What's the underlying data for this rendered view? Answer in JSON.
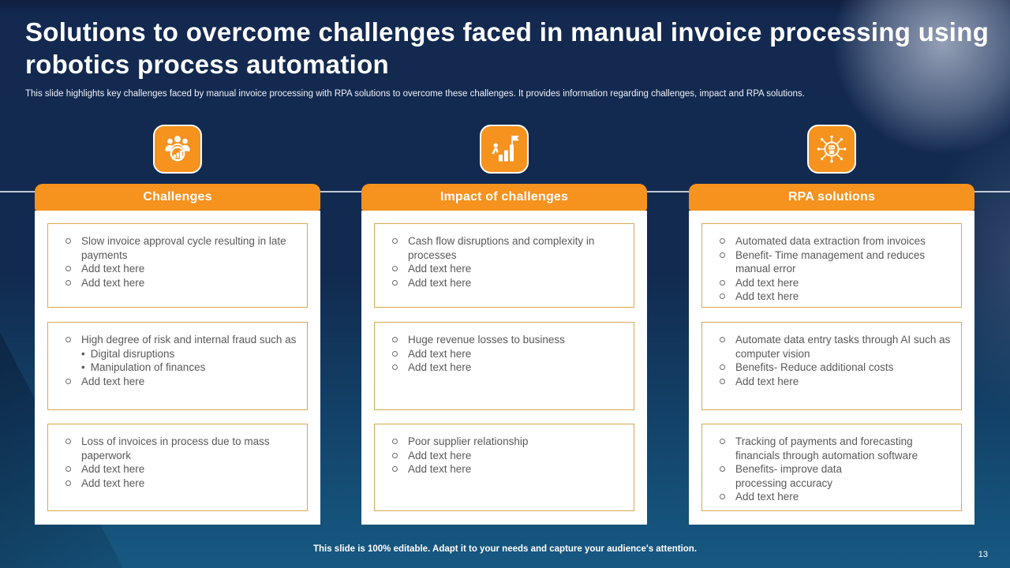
{
  "slide": {
    "title": "Solutions to overcome challenges faced in manual invoice processing using robotics process automation",
    "subtitle": "This slide highlights key challenges faced by manual invoice processing with RPA solutions to overcome these challenges. It provides information regarding challenges, impact and RPA solutions.",
    "footer": "This slide is 100% editable. Adapt it to your needs and capture your audience's attention.",
    "page_number": "13"
  },
  "colors": {
    "accent_orange": "#F6921E",
    "box_border_gold": "#D9A94E",
    "background_navy": "#122A4F",
    "background_bottom_blue": "#175882",
    "body_text_gray": "#595959",
    "white": "#FFFFFF"
  },
  "columns": [
    {
      "id": "challenges",
      "icon": "team-performance-icon",
      "header": "Challenges",
      "boxes": [
        {
          "items": [
            {
              "text": "Slow invoice approval cycle resulting in late payments"
            },
            {
              "text": "Add text here"
            },
            {
              "text": "Add text here"
            }
          ]
        },
        {
          "items": [
            {
              "text": "High degree of risk and internal fraud such as",
              "subitems": [
                "Digital disruptions",
                "Manipulation of finances"
              ]
            },
            {
              "text": "Add text here"
            }
          ]
        },
        {
          "items": [
            {
              "text": "Loss of invoices in process due to mass paperwork"
            },
            {
              "text": "Add text here"
            },
            {
              "text": "Add text here"
            }
          ]
        }
      ]
    },
    {
      "id": "impact-of-challenges",
      "icon": "growth-goal-icon",
      "header": "Impact of challenges",
      "boxes": [
        {
          "items": [
            {
              "text": "Cash flow disruptions and complexity in processes"
            },
            {
              "text": "Add text here"
            },
            {
              "text": "Add text here"
            }
          ]
        },
        {
          "items": [
            {
              "text": "Huge revenue losses to business"
            },
            {
              "text": "Add text here"
            },
            {
              "text": "Add text here"
            }
          ]
        },
        {
          "items": [
            {
              "text": "Poor supplier relationship"
            },
            {
              "text": "Add text here"
            },
            {
              "text": "Add text here"
            }
          ]
        }
      ]
    },
    {
      "id": "rpa-solutions",
      "icon": "rpa-network-icon",
      "header": "RPA solutions",
      "boxes": [
        {
          "items": [
            {
              "text": "Automated data extraction from invoices"
            },
            {
              "text": "Benefit- Time management and reduces manual error"
            },
            {
              "text": "Add text here"
            },
            {
              "text": "Add text here"
            }
          ]
        },
        {
          "items": [
            {
              "text": "Automate data entry tasks through AI such as computer vision"
            },
            {
              "text": "Benefits- Reduce additional costs"
            },
            {
              "text": "Add text here"
            }
          ]
        },
        {
          "items": [
            {
              "text": "Tracking of payments and forecasting financials through automation software"
            },
            {
              "text": "Benefits- improve data\nprocessing accuracy"
            },
            {
              "text": "Add text here"
            }
          ]
        }
      ]
    }
  ]
}
